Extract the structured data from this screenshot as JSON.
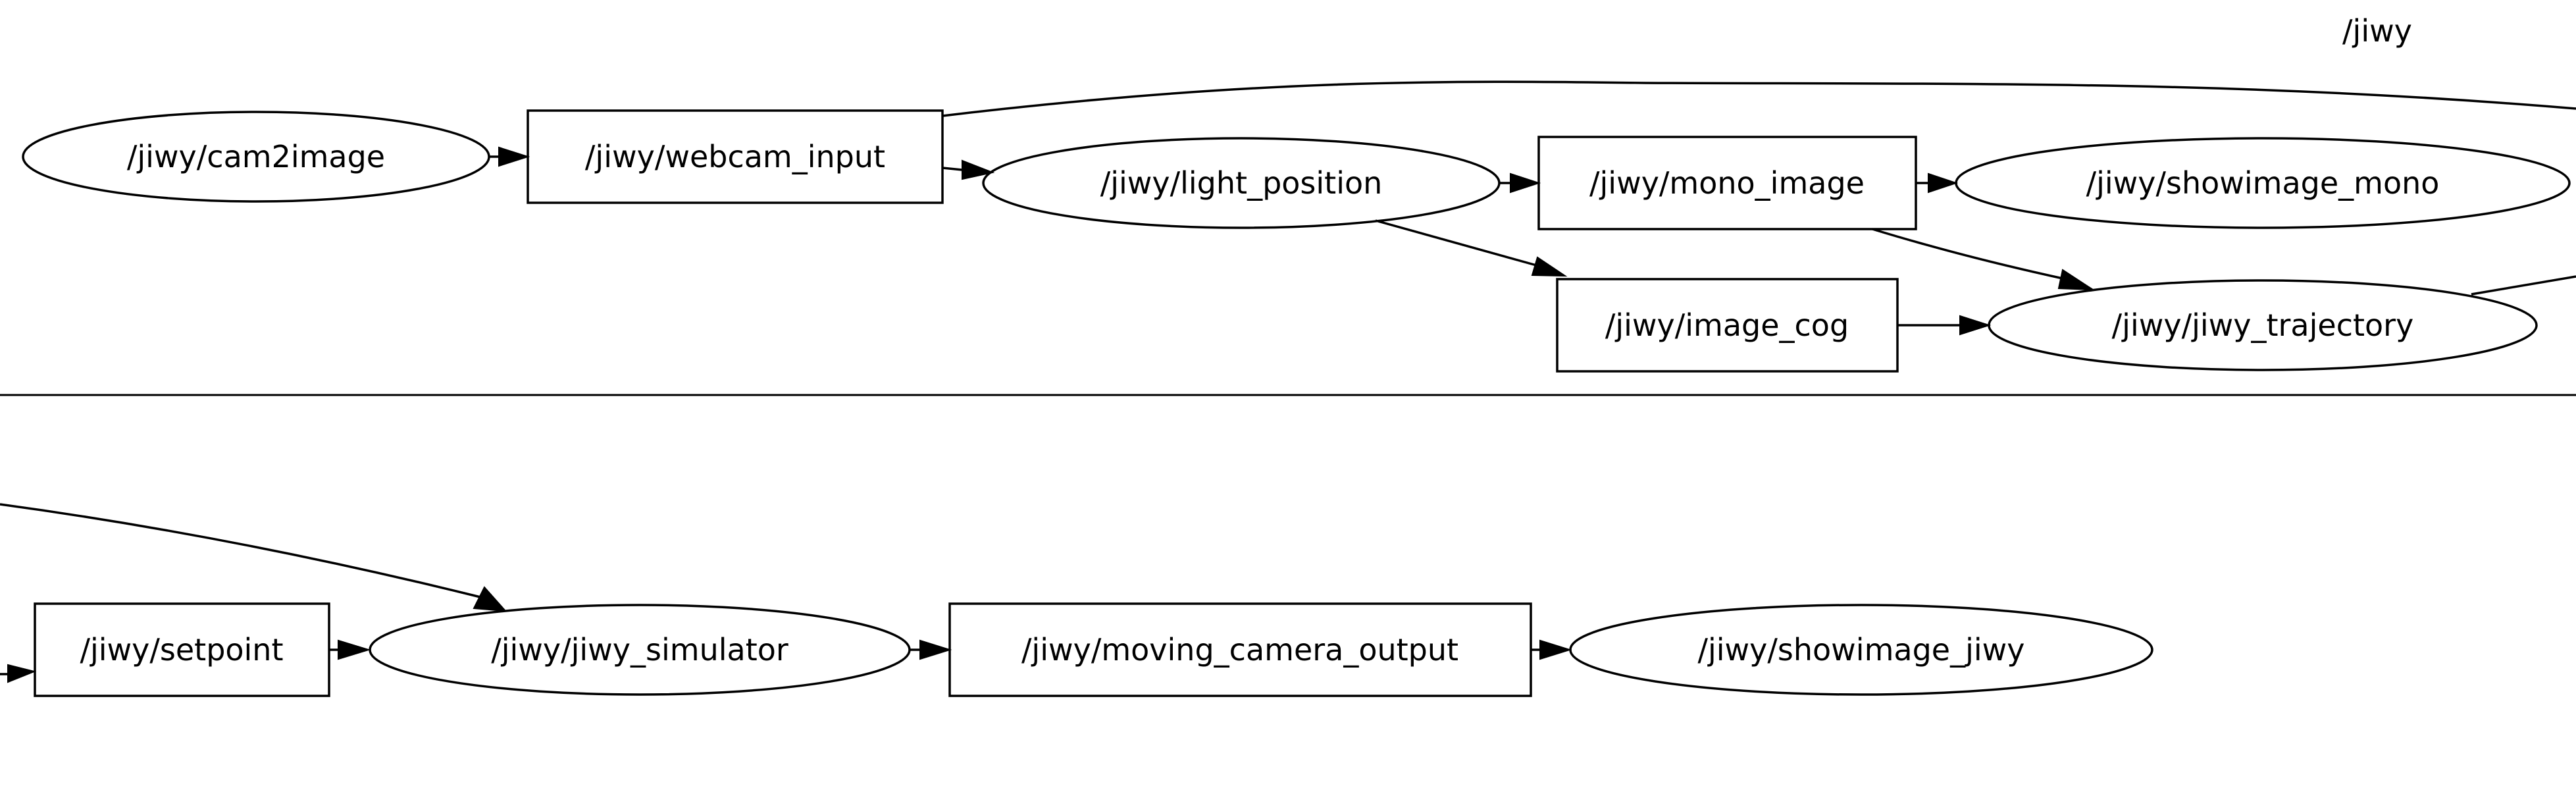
{
  "cluster": {
    "label": "/jiwy"
  },
  "nodes": {
    "cam2image": "/jiwy/cam2image",
    "webcam_input": "/jiwy/webcam_input",
    "light_position": "/jiwy/light_position",
    "mono_image": "/jiwy/mono_image",
    "showimage_mono": "/jiwy/showimage_mono",
    "image_cog": "/jiwy/image_cog",
    "jiwy_trajectory": "/jiwy/jiwy_trajectory",
    "setpoint": "/jiwy/setpoint",
    "jiwy_simulator": "/jiwy/jiwy_simulator",
    "moving_camera_output": "/jiwy/moving_camera_output",
    "showimage_jiwy": "/jiwy/showimage_jiwy"
  }
}
